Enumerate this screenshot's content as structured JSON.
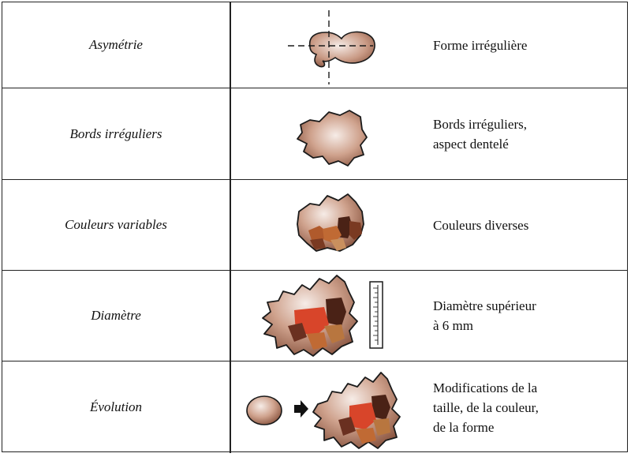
{
  "rows": [
    {
      "criterion": "Asymétrie",
      "description": "Forme irrégulière"
    },
    {
      "criterion": "Bords irréguliers",
      "description": "Bords irréguliers,\naspect dentelé"
    },
    {
      "criterion": "Couleurs variables",
      "description": "Couleurs diverses"
    },
    {
      "criterion": "Diamètre",
      "description": "Diamètre supérieur\nà 6 mm"
    },
    {
      "criterion": "Évolution",
      "description": "Modifications de la\ntaille, de la couleur,\nde la forme"
    }
  ],
  "colors": {
    "lesion_light": "#f4e9e4",
    "lesion_mid": "#c89a85",
    "lesion_dark": "#8a5540",
    "brown_dark": "#5a2a1a",
    "orange": "#c0602a",
    "red": "#d8452a",
    "tan": "#b8763f",
    "outline": "#1a1a1a"
  }
}
